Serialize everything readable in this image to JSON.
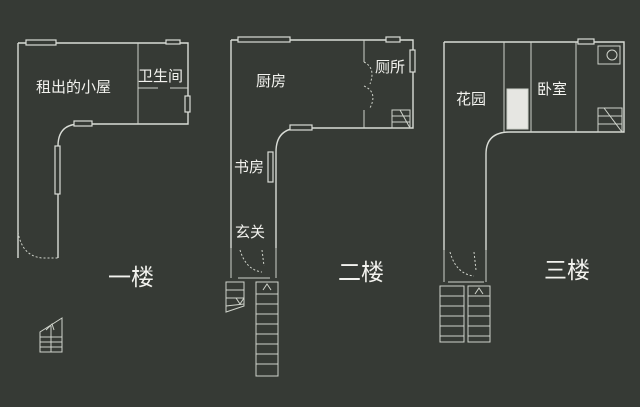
{
  "plans": [
    {
      "floor_label": "一楼",
      "rooms": [
        "租出的小屋",
        "卫生间"
      ]
    },
    {
      "floor_label": "二楼",
      "rooms": [
        "厨房",
        "厕所",
        "书房",
        "玄关"
      ]
    },
    {
      "floor_label": "三楼",
      "rooms": [
        "花园",
        "卧室"
      ]
    }
  ],
  "colors": {
    "background": "#363a35",
    "lines": "#d9dcd6",
    "text": "#f2f2ee",
    "void_fill": "#e6e6e2"
  }
}
